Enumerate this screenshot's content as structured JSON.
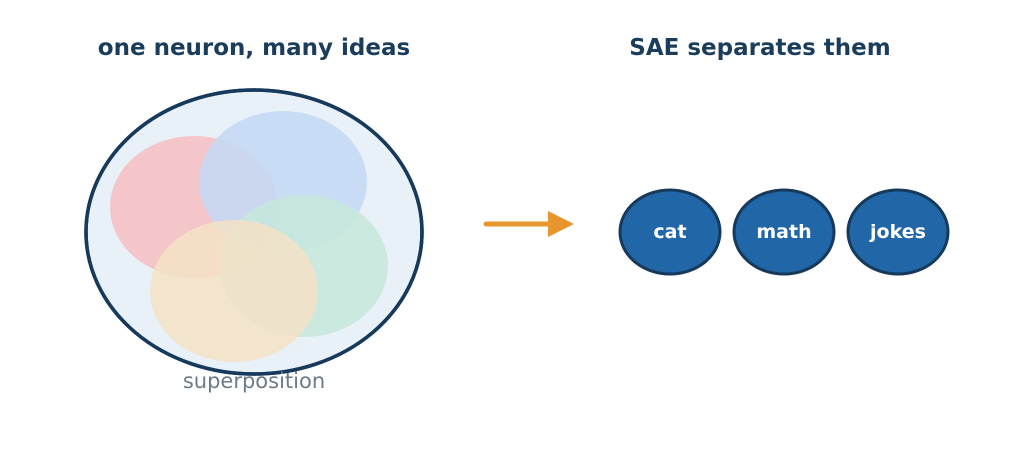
{
  "titles": {
    "left": "one neuron, many ideas",
    "right": "SAE separates them"
  },
  "neuron": {
    "caption": "superposition",
    "blobs": [
      "red-blob",
      "blue-blob",
      "green-blob",
      "yellow-blob"
    ]
  },
  "features": [
    {
      "label": "cat"
    },
    {
      "label": "math"
    },
    {
      "label": "jokes"
    }
  ],
  "colors": {
    "title": "#1a3d5c",
    "neuron_fill": "#e8f0f8",
    "neuron_stroke": "#173a5c",
    "red_blob": "#f4c2c6",
    "blue_blob": "#c2d9f5",
    "green_blob": "#c7e8dc",
    "yellow_blob": "#f3e2c6",
    "arrow": "#e8952e",
    "feature_fill": "#2166a6",
    "feature_stroke": "#173a5c",
    "feature_text": "#ffffff",
    "caption": "#6b7b88"
  }
}
